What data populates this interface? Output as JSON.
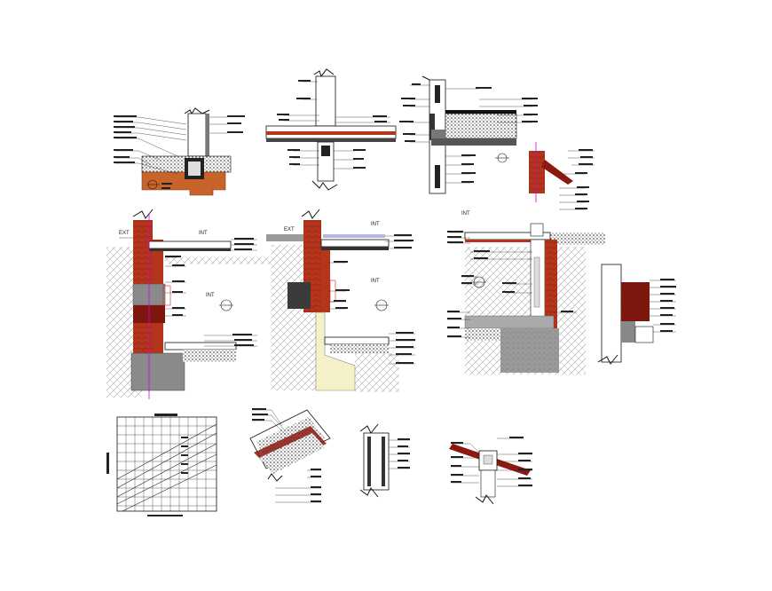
{
  "colors": {
    "brick": "#b5351c",
    "brick_dark": "#7a1a10",
    "concrete": "#8a8a8a",
    "dark_fill": "#3a3a3a",
    "gravel": "#2a2a2a",
    "soil_hatch": "#9a9a9a",
    "magenta": "#d400d4",
    "insulation": "#f4f1c8",
    "line": "#222222",
    "accent_blue": "#2233aa"
  },
  "labels": {
    "ext_1": "EXT",
    "int_1": "INT",
    "int_1b": "INT",
    "ext_2": "EXT",
    "int_2": "INT",
    "int_2b": "INT",
    "int_3": "INT"
  },
  "icons": {
    "detail_marker": "circle-section-marker-icon",
    "break_line": "zigzag-break-icon"
  }
}
